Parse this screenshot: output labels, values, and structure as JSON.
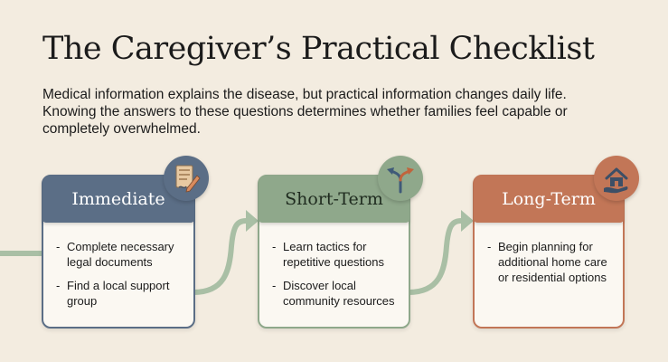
{
  "title": "The Caregiver’s Practical Checklist",
  "intro": "Medical information explains the disease, but practical information changes daily life.\nKnowing the answers to these questions determines whether families feel capable or\ncompletely overwhelmed.",
  "colors": {
    "immediate": "#5b6e86",
    "short_term": "#8fa88b",
    "long_term": "#c27657",
    "connector": "#a9bfa5"
  },
  "cards": [
    {
      "title": "Immediate",
      "icon": "document-pen-icon",
      "items": [
        "Complete necessary legal documents",
        "Find a local support group"
      ]
    },
    {
      "title": "Short-Term",
      "icon": "split-arrows-icon",
      "items": [
        "Learn tactics for repetitive questions",
        "Discover local community resources"
      ]
    },
    {
      "title": "Long-Term",
      "icon": "home-hand-icon",
      "items": [
        "Begin planning for additional home care or residential options"
      ]
    }
  ]
}
